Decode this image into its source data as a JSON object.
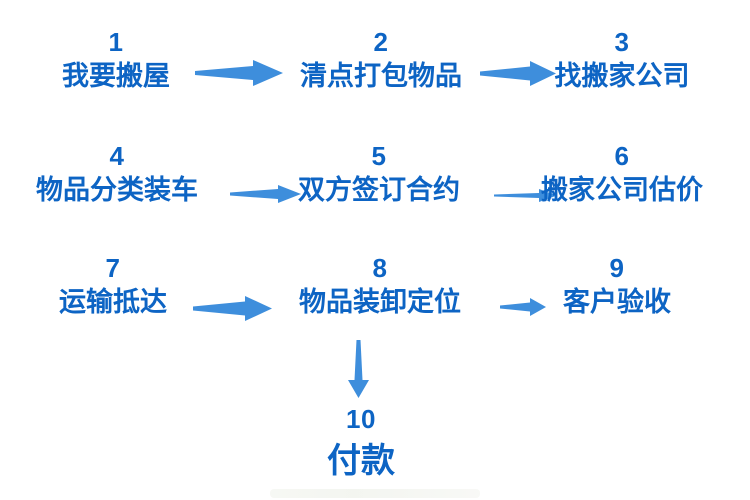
{
  "diagram": {
    "kind": "flowchart",
    "language": "zh",
    "topic": "moving-house-process"
  },
  "colors": {
    "step_text": "#0d64c4",
    "arrow": "#3e8edc",
    "background": "#ffffff"
  },
  "steps": [
    {
      "number": "1",
      "label": "我要搬屋"
    },
    {
      "number": "2",
      "label": "清点打包物品"
    },
    {
      "number": "3",
      "label": "找搬家公司"
    },
    {
      "number": "4",
      "label": "物品分类装车"
    },
    {
      "number": "5",
      "label": "双方签订合约"
    },
    {
      "number": "6",
      "label": "搬家公司估价"
    },
    {
      "number": "7",
      "label": "运输抵达"
    },
    {
      "number": "8",
      "label": "物品装卸定位"
    },
    {
      "number": "9",
      "label": "客户验收"
    },
    {
      "number": "10",
      "label": "付款"
    }
  ],
  "connections": [
    {
      "from": "1",
      "to": "2",
      "direction": "right"
    },
    {
      "from": "2",
      "to": "3",
      "direction": "right"
    },
    {
      "from": "4",
      "to": "5",
      "direction": "right"
    },
    {
      "from": "5",
      "to": "6",
      "direction": "right"
    },
    {
      "from": "7",
      "to": "8",
      "direction": "right"
    },
    {
      "from": "8",
      "to": "9",
      "direction": "right"
    },
    {
      "from": "8",
      "to": "10",
      "direction": "down"
    }
  ]
}
